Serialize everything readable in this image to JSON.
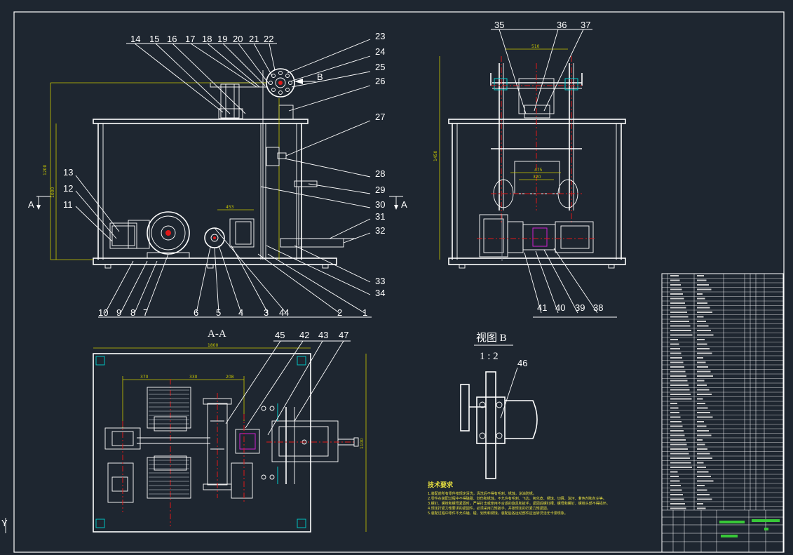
{
  "drawing": {
    "section_title": "A-A",
    "view_b_title": "视图 B",
    "view_b_scale": "1 : 2",
    "section_marker_left": "A",
    "section_marker_right": "A",
    "view_arrow_label": "B",
    "axis_label": "Y"
  },
  "front_view": {
    "dims": {
      "height_total": "1200",
      "height_frame": "1000",
      "offset": "453"
    },
    "top_callouts": [
      "14",
      "15",
      "16",
      "17",
      "18",
      "19",
      "20",
      "21",
      "22"
    ],
    "right_callouts": [
      "23",
      "24",
      "25",
      "26",
      "27",
      "28",
      "29",
      "30",
      "31",
      "32",
      "33",
      "34"
    ],
    "left_callouts": [
      "13",
      "12",
      "11"
    ],
    "bottom_callouts": [
      "10",
      "9",
      "8",
      "7",
      "6",
      "5",
      "4",
      "3",
      "44",
      "2",
      "1"
    ]
  },
  "side_view": {
    "top_callouts": [
      "35",
      "36",
      "37"
    ],
    "bottom_callouts": [
      "41",
      "40",
      "39",
      "38"
    ],
    "dims": {
      "top_width": "510",
      "inner_w1": "475",
      "inner_w2": "320",
      "height": "1450"
    }
  },
  "section_view": {
    "top_callouts": [
      "45",
      "42",
      "43",
      "47"
    ],
    "dims": {
      "overall_width": "1800",
      "d1": "370",
      "d2": "330",
      "d3": "208",
      "side_h": "1100"
    }
  },
  "view_b": {
    "callout": "46"
  },
  "tech_requirements": {
    "title": "技术要求",
    "items": [
      "1.装配前所有零件按规定清洗，清洗后不得有毛刺、锈蚀，涂油防锈。",
      "2.零件在装配过程中不得磕碰、划伤和锈蚀，不允许有毛刺、飞边、氧化皮、锈蚀、切屑、油污、着色剂和灰尘等。",
      "3.螺钉、螺栓和螺母紧固时，严禁打击或使用不合适的旋具和扳手，紧固后螺钉槽、螺母和螺钉、螺栓头部不得损坏。",
      "4.规定拧紧力矩要求的紧固件，必须采用力矩扳手，并按规定的拧紧力矩紧固。",
      "5.装配过程中零件不允许磕、碰、划伤和锈蚀，装配后各运动部件应运转灵活无卡滞现象。"
    ]
  }
}
